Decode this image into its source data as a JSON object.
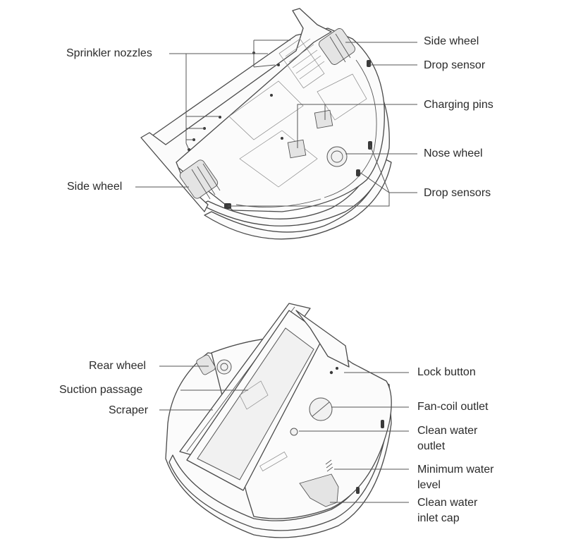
{
  "top_view": {
    "labels": {
      "sprinkler_nozzles": "Sprinkler nozzles",
      "side_wheel_left": "Side wheel",
      "side_wheel_right": "Side wheel",
      "drop_sensor": "Drop sensor",
      "charging_pins": "Charging pins",
      "nose_wheel": "Nose wheel",
      "drop_sensors": "Drop sensors"
    }
  },
  "bottom_view": {
    "labels": {
      "rear_wheel": "Rear wheel",
      "suction_passage": "Suction passage",
      "scraper": "Scraper",
      "lock_button": "Lock button",
      "fan_coil_outlet": "Fan-coil outlet",
      "clean_water_outlet_line1": "Clean water",
      "clean_water_outlet_line2": "outlet",
      "minimum_water_level_line1": "Minimum water",
      "minimum_water_level_line2": "level",
      "clean_water_inlet_cap_line1": "Clean water",
      "clean_water_inlet_cap_line2": "inlet cap"
    }
  },
  "colors": {
    "line": "#555555",
    "text": "#2b2b2b",
    "outline": "#4a4a4a",
    "fill": "#fbfbfb"
  }
}
